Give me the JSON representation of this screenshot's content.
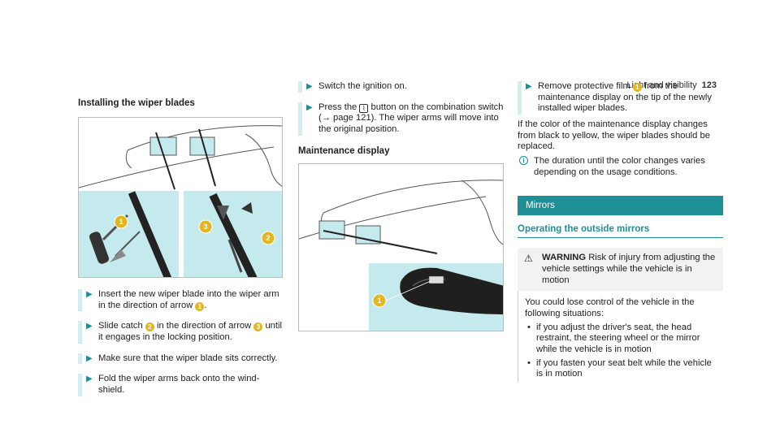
{
  "header": {
    "section": "Light and visibility",
    "page": "123"
  },
  "col1": {
    "title": "Installing the wiper blades",
    "steps": [
      {
        "pre": "Insert the new wiper blade into the wiper arm in the direction of arrow ",
        "num": "1",
        "post": "."
      },
      {
        "pre": "Slide catch ",
        "num": "2",
        "mid": " in the direction of arrow ",
        "num2": "3",
        "post": " until it engages in the locking position."
      },
      {
        "text": "Make sure that the wiper blade sits correctly."
      },
      {
        "text": "Fold the wiper arms back onto the wind-shield."
      }
    ],
    "fig_labels": [
      "1",
      "2",
      "3"
    ]
  },
  "col2": {
    "steps": [
      {
        "text": "Switch the ignition on."
      },
      {
        "pre": "Press the ",
        "icon": "wiper-service-icon",
        "post": " button on the combination switch (→ page 121). The wiper arms will move into the original position."
      }
    ],
    "subtitle": "Maintenance display",
    "fig_label": "1"
  },
  "col3": {
    "step": {
      "pre": "Remove protective film ",
      "num": "1",
      "post": " from the maintenance display on the tip of the newly installed wiper blades."
    },
    "para": "If the color of the maintenance display changes from black to yellow, the wiper blades should be replaced.",
    "note": "The duration until the color changes varies depending on the usage conditions.",
    "mirrors_bar": "Mirrors",
    "mirrors_sub": "Operating the outside mirrors",
    "warning_label": "WARNING",
    "warning_text": "Risk of injury from adjusting the vehicle settings while the vehicle is in motion",
    "warning_intro": "You could lose control of the vehicle in the following situations:",
    "bullets": [
      "if you adjust the driver's seat, the head restraint, the steering wheel or the mirror while the vehicle is in motion",
      "if you fasten your seat belt while the vehicle is in motion"
    ]
  },
  "colors": {
    "accent": "#1e8f97",
    "callout": "#e3b521",
    "figure_fill": "#c5eaee"
  }
}
